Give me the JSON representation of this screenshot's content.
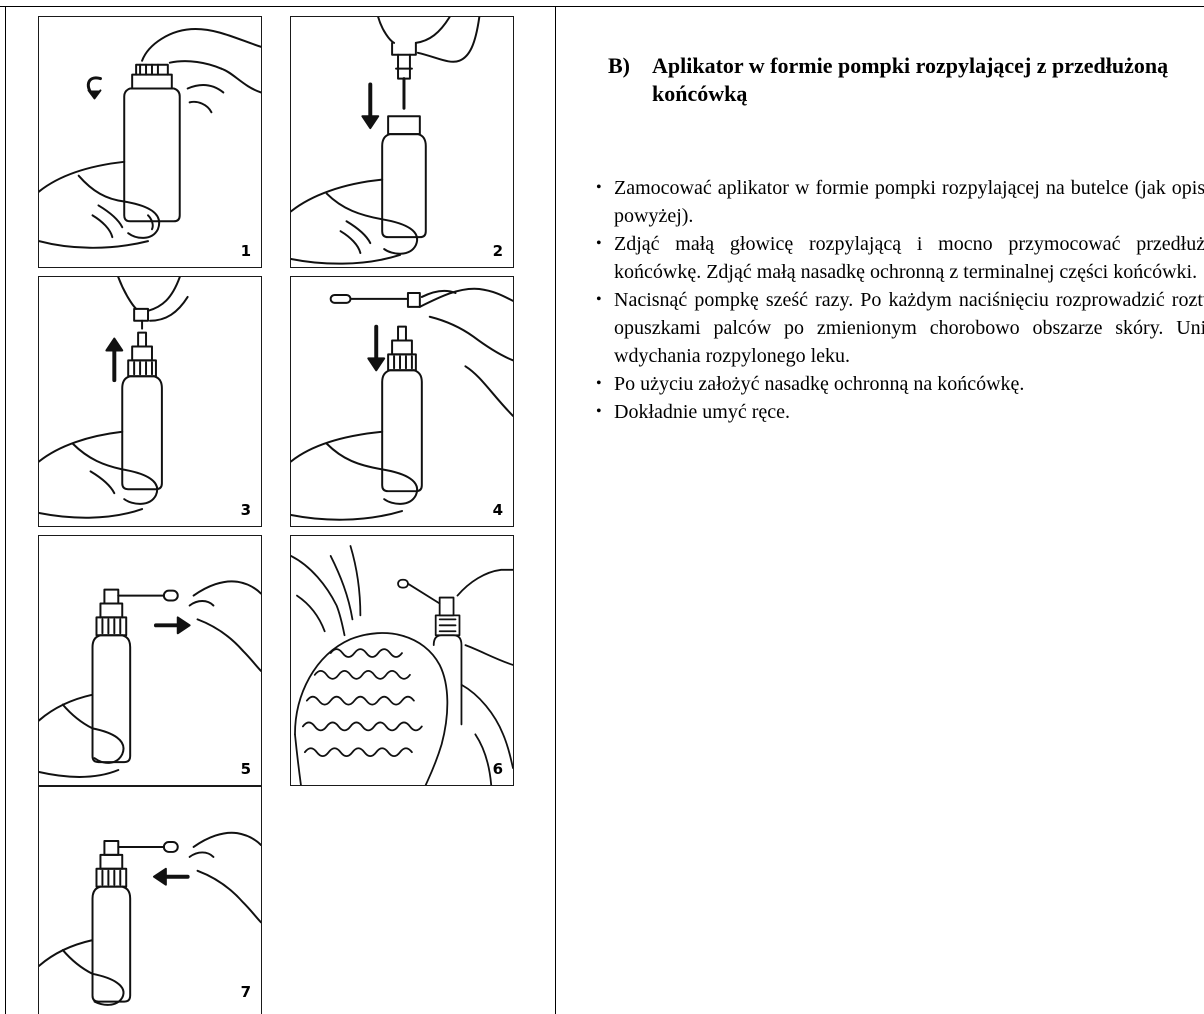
{
  "heading": {
    "letter": "B)",
    "text": "Aplikator w formie pompki rozpylającej z przedłużoną końcówką"
  },
  "steps": [
    "Zamocować aplikator w formie pompki rozpylającej na butelce (jak opisano powyżej).",
    "Zdjąć małą głowicę rozpylającą i mocno przymocować przedłużoną końcówkę. Zdjąć małą nasadkę ochronną z terminalnej części końcówki.",
    "Nacisnąć pompkę sześć razy. Po każdym naciśnięciu rozprowadzić roztwór opuszkami palców po zmienionym chorobowo obszarze skóry. Unikać wdychania rozpylonego leku.",
    "Po użyciu założyć nasadkę ochronną na końcówkę.",
    "Dokładnie umyć ręce."
  ],
  "panels": [
    {
      "number": "1",
      "icon": "unscrew-cap-illustration"
    },
    {
      "number": "2",
      "icon": "attach-spray-pump-illustration"
    },
    {
      "number": "3",
      "icon": "remove-spray-head-illustration"
    },
    {
      "number": "4",
      "icon": "attach-extended-nozzle-illustration"
    },
    {
      "number": "5",
      "icon": "remove-protective-cap-illustration"
    },
    {
      "number": "6",
      "icon": "apply-to-scalp-illustration"
    },
    {
      "number": "7",
      "icon": "replace-protective-cap-illustration"
    }
  ]
}
